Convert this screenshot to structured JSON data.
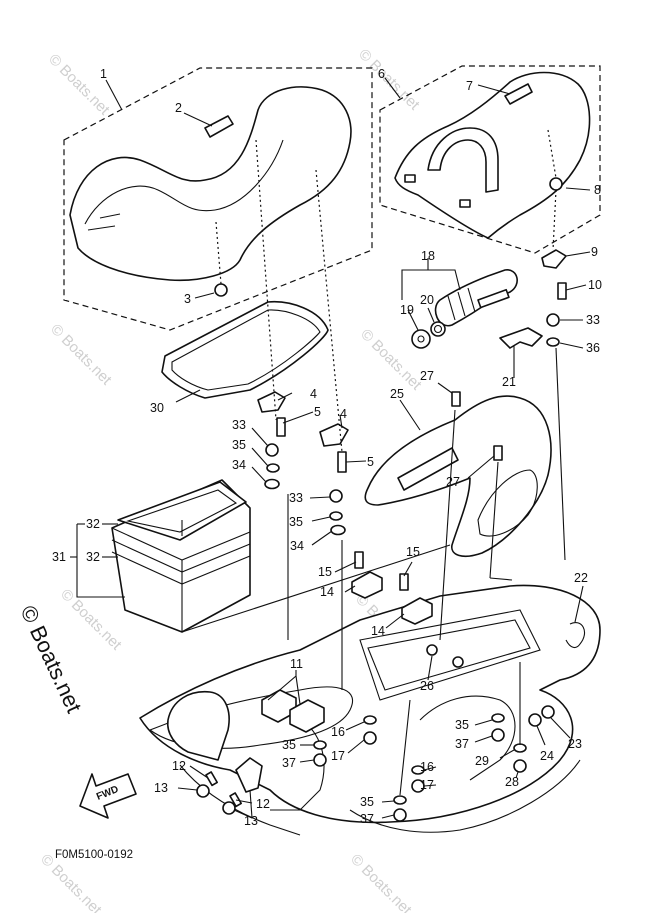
{
  "diagram": {
    "figure_code": "F0M5100-0192",
    "side_watermark": "© Boats.net",
    "watermark_text": "© Boats.net",
    "fwd_label": "FWD",
    "callouts": [
      {
        "id": "c1",
        "label": "1"
      },
      {
        "id": "c2",
        "label": "2"
      },
      {
        "id": "c3",
        "label": "3"
      },
      {
        "id": "c4a",
        "label": "4"
      },
      {
        "id": "c4b",
        "label": "4"
      },
      {
        "id": "c5a",
        "label": "5"
      },
      {
        "id": "c5b",
        "label": "5"
      },
      {
        "id": "c6",
        "label": "6"
      },
      {
        "id": "c7",
        "label": "7"
      },
      {
        "id": "c8",
        "label": "8"
      },
      {
        "id": "c9",
        "label": "9"
      },
      {
        "id": "c10",
        "label": "10"
      },
      {
        "id": "c11",
        "label": "11"
      },
      {
        "id": "c12a",
        "label": "12"
      },
      {
        "id": "c12b",
        "label": "12"
      },
      {
        "id": "c13a",
        "label": "13"
      },
      {
        "id": "c13b",
        "label": "13"
      },
      {
        "id": "c14a",
        "label": "14"
      },
      {
        "id": "c14b",
        "label": "14"
      },
      {
        "id": "c15a",
        "label": "15"
      },
      {
        "id": "c15b",
        "label": "15"
      },
      {
        "id": "c16a",
        "label": "16"
      },
      {
        "id": "c16b",
        "label": "16"
      },
      {
        "id": "c17a",
        "label": "17"
      },
      {
        "id": "c17b",
        "label": "17"
      },
      {
        "id": "c18",
        "label": "18"
      },
      {
        "id": "c19",
        "label": "19"
      },
      {
        "id": "c20",
        "label": "20"
      },
      {
        "id": "c21",
        "label": "21"
      },
      {
        "id": "c22",
        "label": "22"
      },
      {
        "id": "c23",
        "label": "23"
      },
      {
        "id": "c24",
        "label": "24"
      },
      {
        "id": "c25",
        "label": "25"
      },
      {
        "id": "c26",
        "label": "26"
      },
      {
        "id": "c27a",
        "label": "27"
      },
      {
        "id": "c27b",
        "label": "27"
      },
      {
        "id": "c28",
        "label": "28"
      },
      {
        "id": "c29",
        "label": "29"
      },
      {
        "id": "c30",
        "label": "30"
      },
      {
        "id": "c31",
        "label": "31"
      },
      {
        "id": "c32a",
        "label": "32"
      },
      {
        "id": "c32b",
        "label": "32"
      },
      {
        "id": "c33a",
        "label": "33"
      },
      {
        "id": "c33b",
        "label": "33"
      },
      {
        "id": "c33c",
        "label": "33"
      },
      {
        "id": "c34a",
        "label": "34"
      },
      {
        "id": "c34b",
        "label": "34"
      },
      {
        "id": "c35a",
        "label": "35"
      },
      {
        "id": "c35b",
        "label": "35"
      },
      {
        "id": "c35c",
        "label": "35"
      },
      {
        "id": "c35d",
        "label": "35"
      },
      {
        "id": "c36",
        "label": "36"
      },
      {
        "id": "c37a",
        "label": "37"
      },
      {
        "id": "c37b",
        "label": "37"
      },
      {
        "id": "c37c",
        "label": "37"
      }
    ]
  }
}
